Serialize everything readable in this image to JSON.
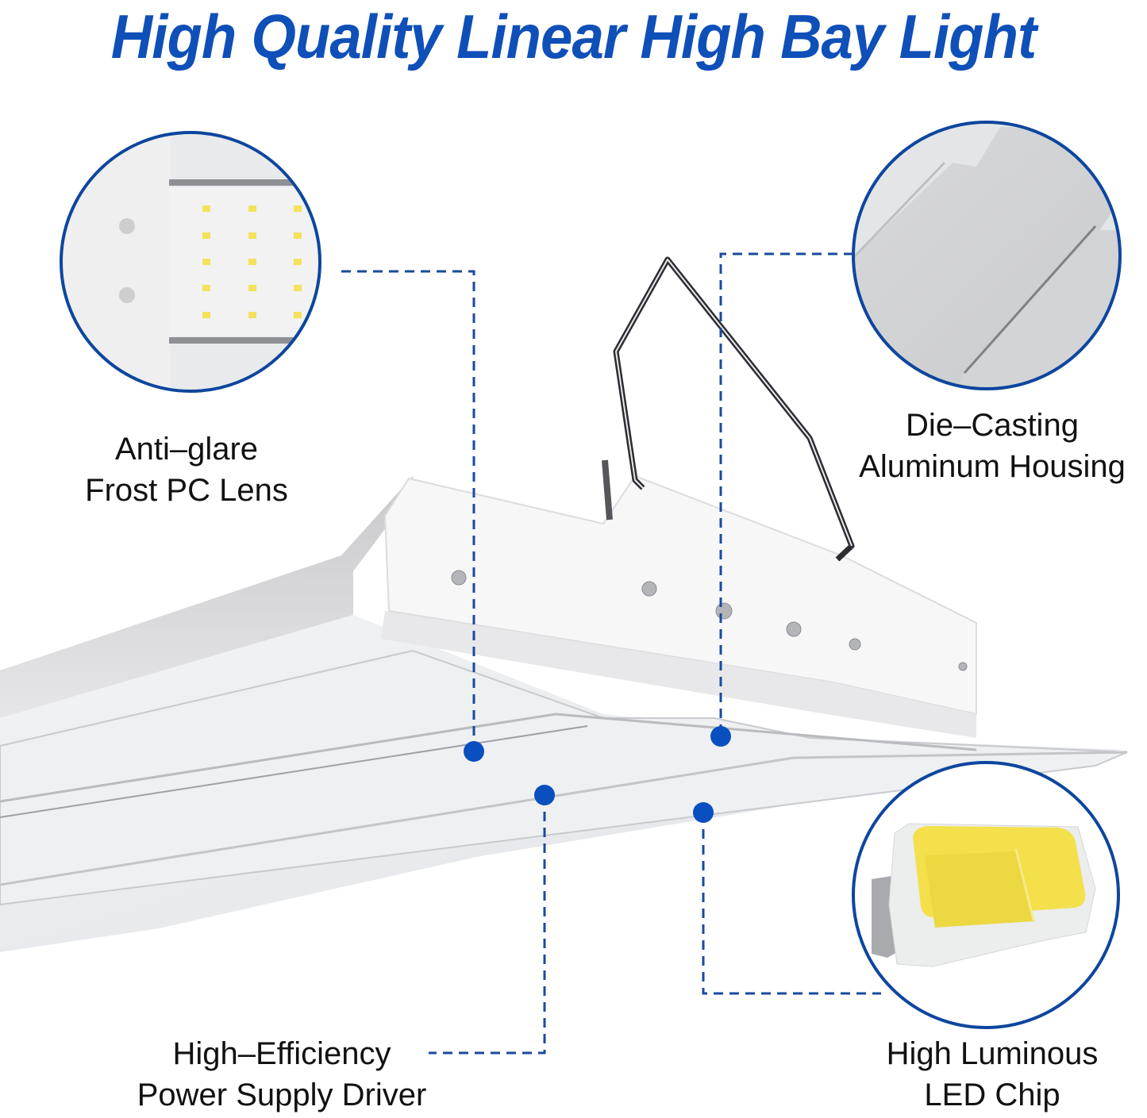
{
  "title": "High Quality Linear High Bay Light",
  "features": [
    {
      "id": "lens",
      "label_line1": "Anti–glare",
      "label_line2": "Frost PC Lens",
      "icon": "led-array-closeup"
    },
    {
      "id": "housing",
      "label_line1": "Die–Casting",
      "label_line2": "Aluminum Housing",
      "icon": "aluminum-housing-closeup"
    },
    {
      "id": "driver",
      "label_line1": "High–Efficiency",
      "label_line2": "Power Supply Driver",
      "icon": "callout-dot"
    },
    {
      "id": "chip",
      "label_line1": "High Luminous",
      "label_line2": "LED Chip",
      "icon": "smd-led-chip-closeup"
    }
  ],
  "colors": {
    "accent": "#0f4fb8",
    "callout": "#1a4a9c",
    "dot": "#0a4fc0",
    "text": "#111111"
  }
}
